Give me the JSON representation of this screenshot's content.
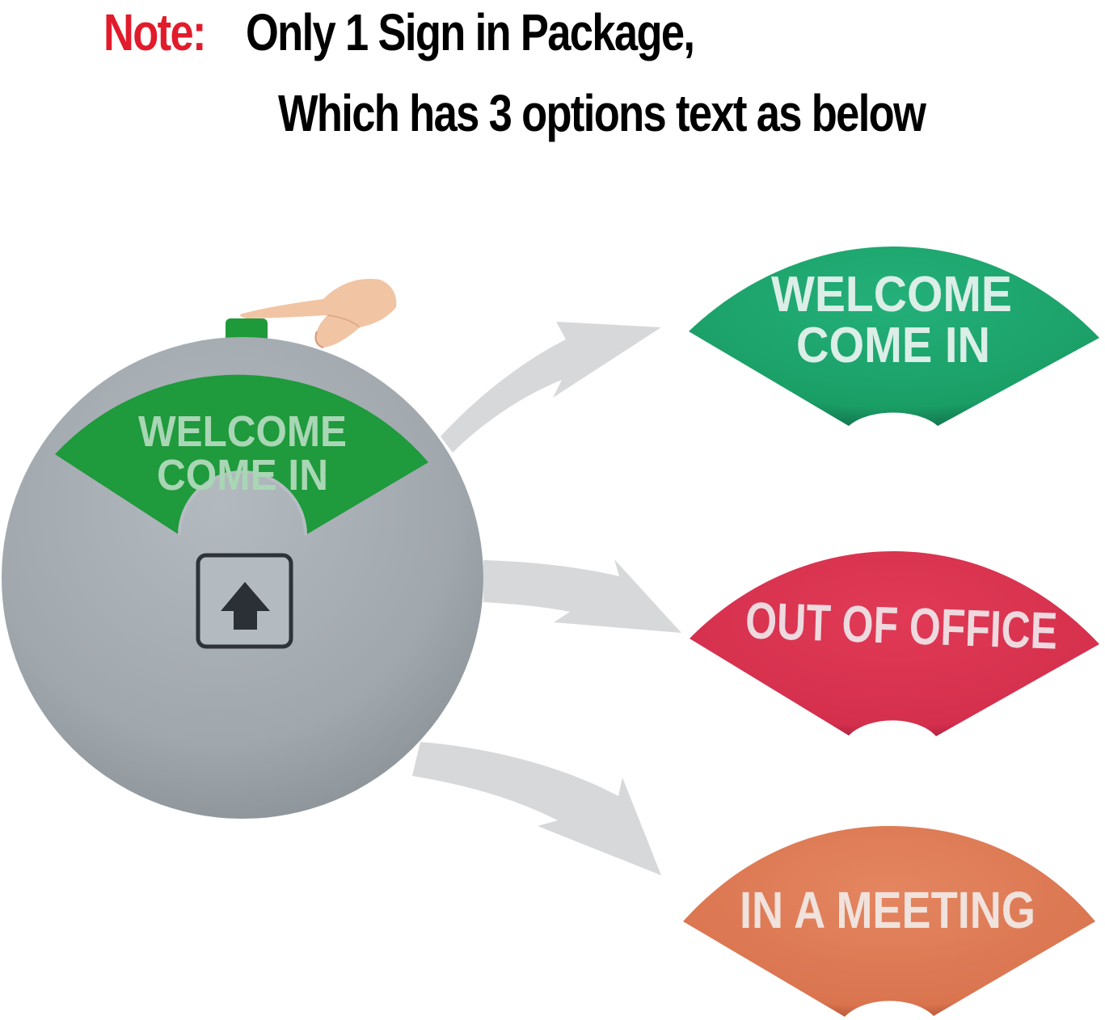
{
  "header": {
    "note_label": "Note:",
    "line1": "Only 1 Sign in Package,",
    "line2": "Which has 3 options text as below"
  },
  "sign": {
    "window_line1": "WELCOME",
    "window_line2": "COME IN",
    "button_icon": "up-arrow-icon",
    "tab_color": "#1e9a3a",
    "body_color": "#a6adb3",
    "window_color": "#1f9a3c"
  },
  "options": [
    {
      "id": "welcome",
      "line1": "WELCOME",
      "line2": "COME IN",
      "color": "#1fa56e"
    },
    {
      "id": "out-of-office",
      "line1": "OUT OF OFFICE",
      "line2": "",
      "color": "#d83250"
    },
    {
      "id": "in-a-meeting",
      "line1": "IN A MEETING",
      "line2": "",
      "color": "#dc7a56"
    }
  ],
  "colors": {
    "note_red": "#e21b2c",
    "arrow_gray": "#d6d8da",
    "text_light": "#dfe8e6"
  }
}
